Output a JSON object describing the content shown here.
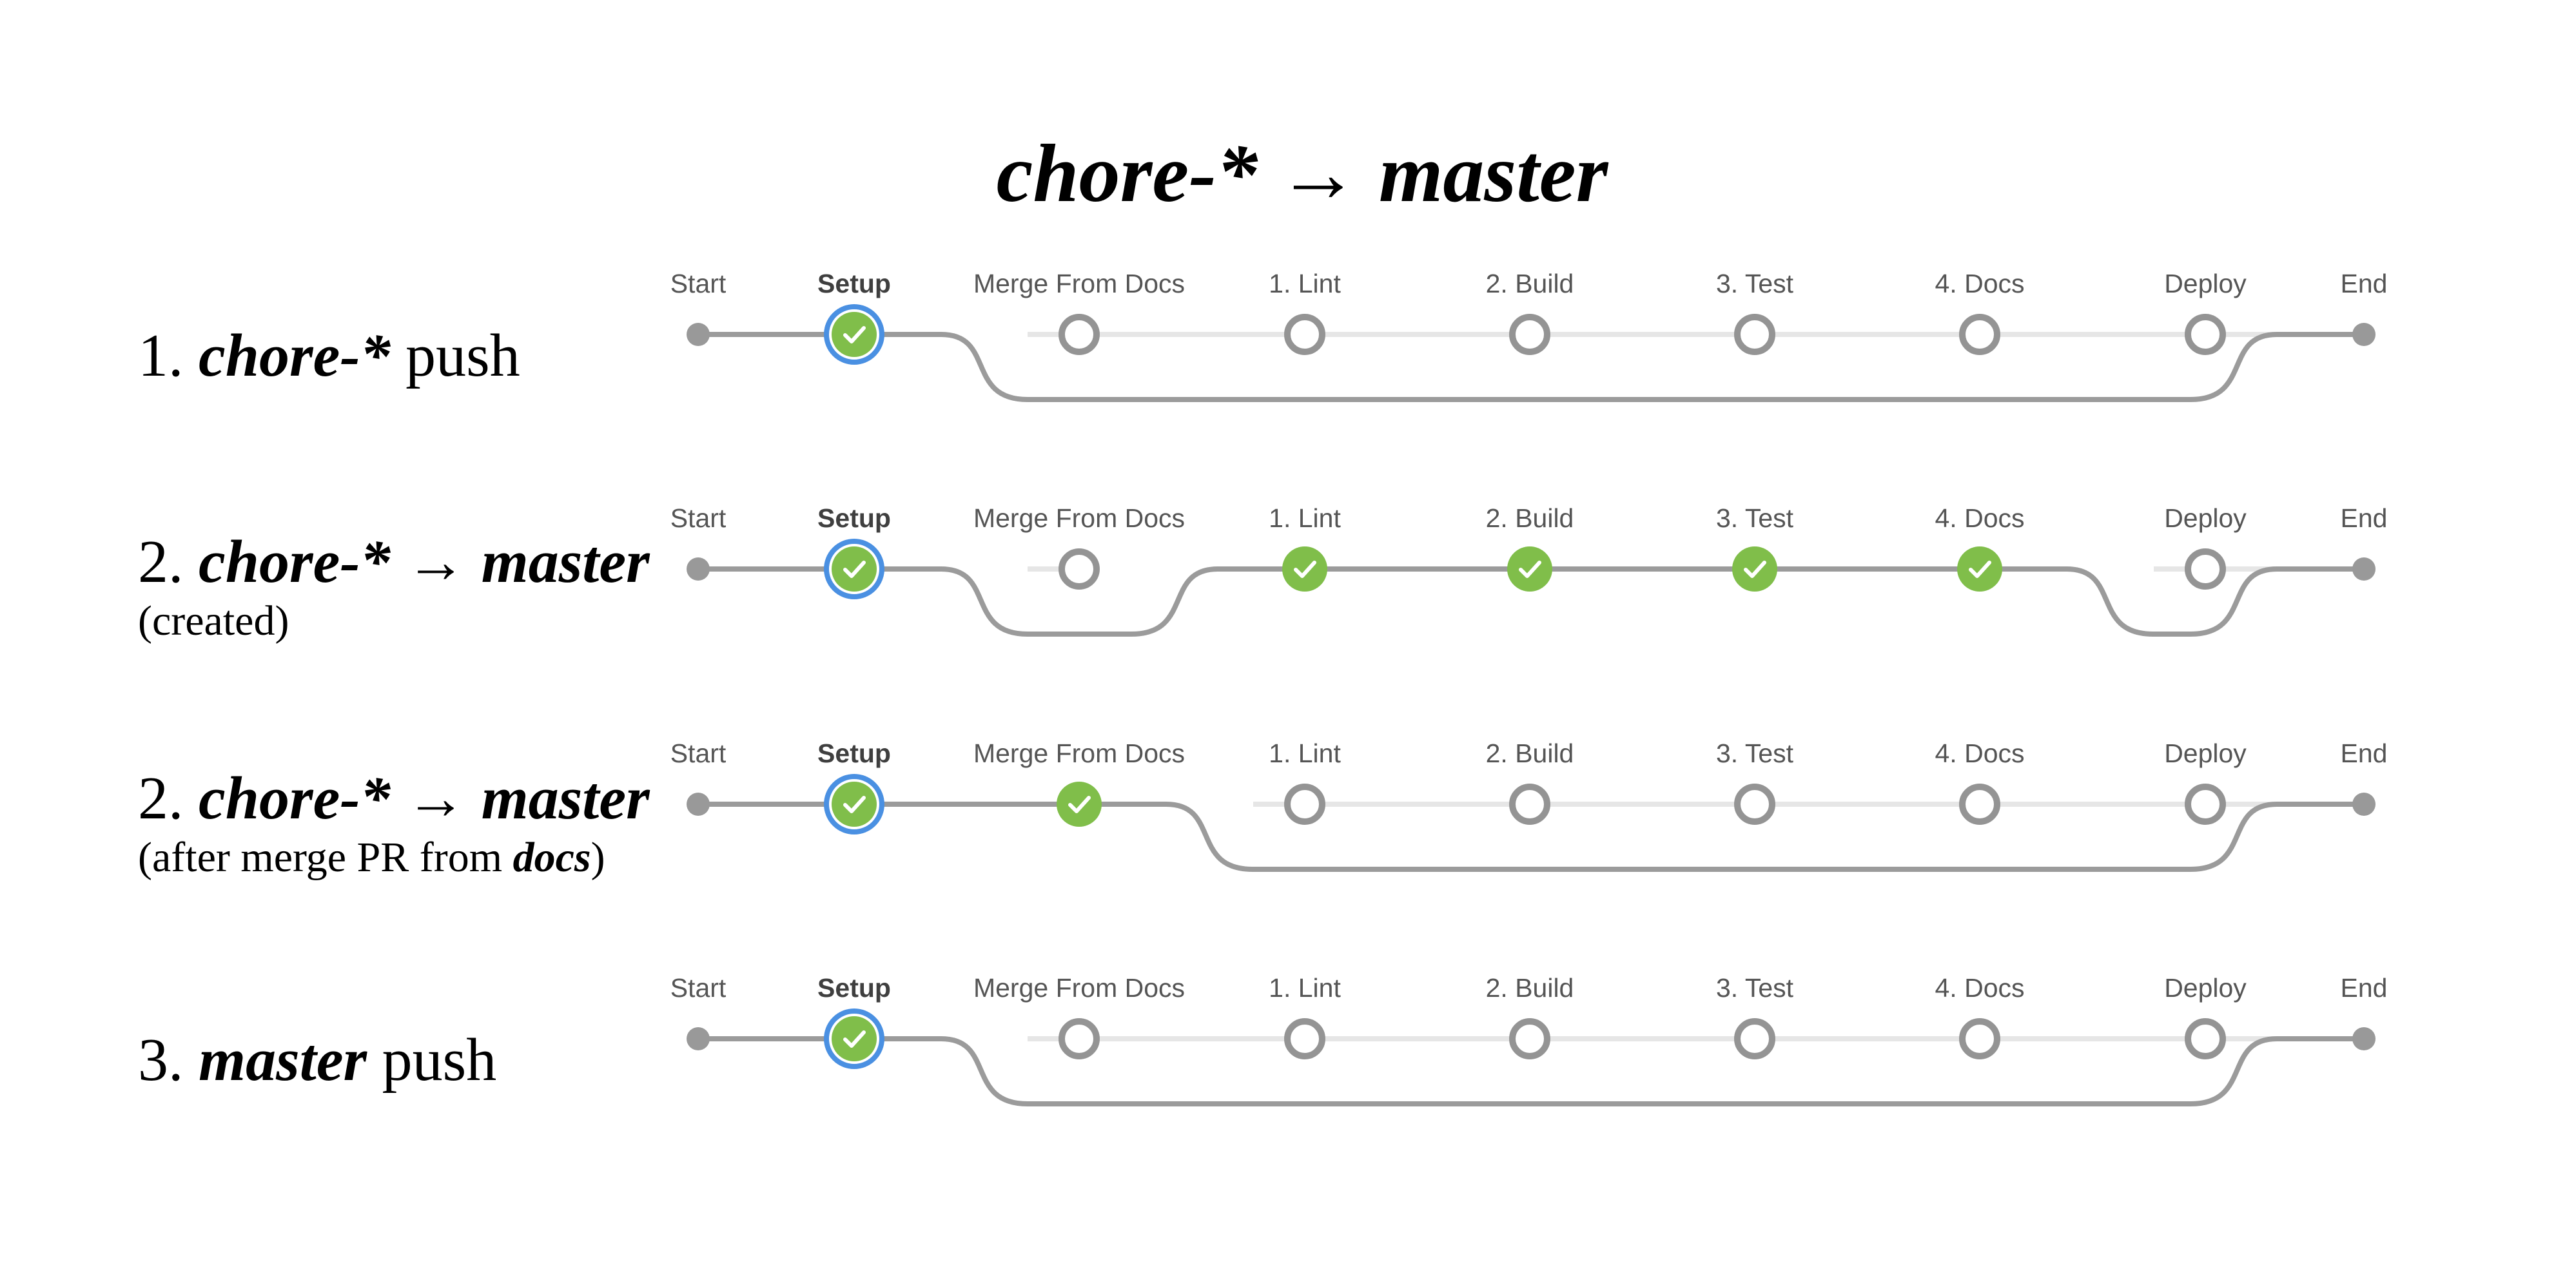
{
  "title": {
    "source": "chore-*",
    "arrow": "→",
    "target": "master"
  },
  "stages": [
    "Start",
    "Setup",
    "Merge From Docs",
    "1. Lint",
    "2. Build",
    "3. Test",
    "4. Docs",
    "Deploy",
    "End"
  ],
  "rows": [
    {
      "number": "1.",
      "branch": "chore-*",
      "suffix": " push",
      "sub": "",
      "statuses": [
        "endpoint",
        "success-selected",
        "skipped",
        "skipped",
        "skipped",
        "skipped",
        "skipped",
        "skipped",
        "endpoint"
      ],
      "bypass": [
        1,
        8
      ]
    },
    {
      "number": "2.",
      "branch": "chore-*",
      "arrow": " → ",
      "target": "master",
      "sub_pre": "(created)",
      "statuses": [
        "endpoint",
        "success-selected",
        "skipped",
        "success",
        "success",
        "success",
        "success",
        "skipped",
        "endpoint"
      ],
      "bypass": [
        [
          1,
          3
        ],
        [
          6,
          8
        ]
      ]
    },
    {
      "number": "2.",
      "branch": "chore-*",
      "arrow": " → ",
      "target": "master",
      "sub_pre": "(after merge PR from ",
      "sub_em": "docs",
      "sub_post": ")",
      "statuses": [
        "endpoint",
        "success-selected",
        "success",
        "skipped",
        "skipped",
        "skipped",
        "skipped",
        "skipped",
        "endpoint"
      ],
      "bypass": [
        2,
        8
      ]
    },
    {
      "number": "3.",
      "branch": "master",
      "suffix": " push",
      "sub": "",
      "statuses": [
        "endpoint",
        "success-selected",
        "skipped",
        "skipped",
        "skipped",
        "skipped",
        "skipped",
        "skipped",
        "endpoint"
      ],
      "bypass": [
        1,
        8
      ]
    }
  ],
  "colors": {
    "path": "#9b9b9b",
    "skipped_track": "#e6e6e6",
    "success": "#80be4a",
    "selected_ring": "#4a90e2",
    "endpoint": "#999999",
    "pending_ring": "#949494"
  },
  "icons": {
    "success": "check-icon"
  }
}
